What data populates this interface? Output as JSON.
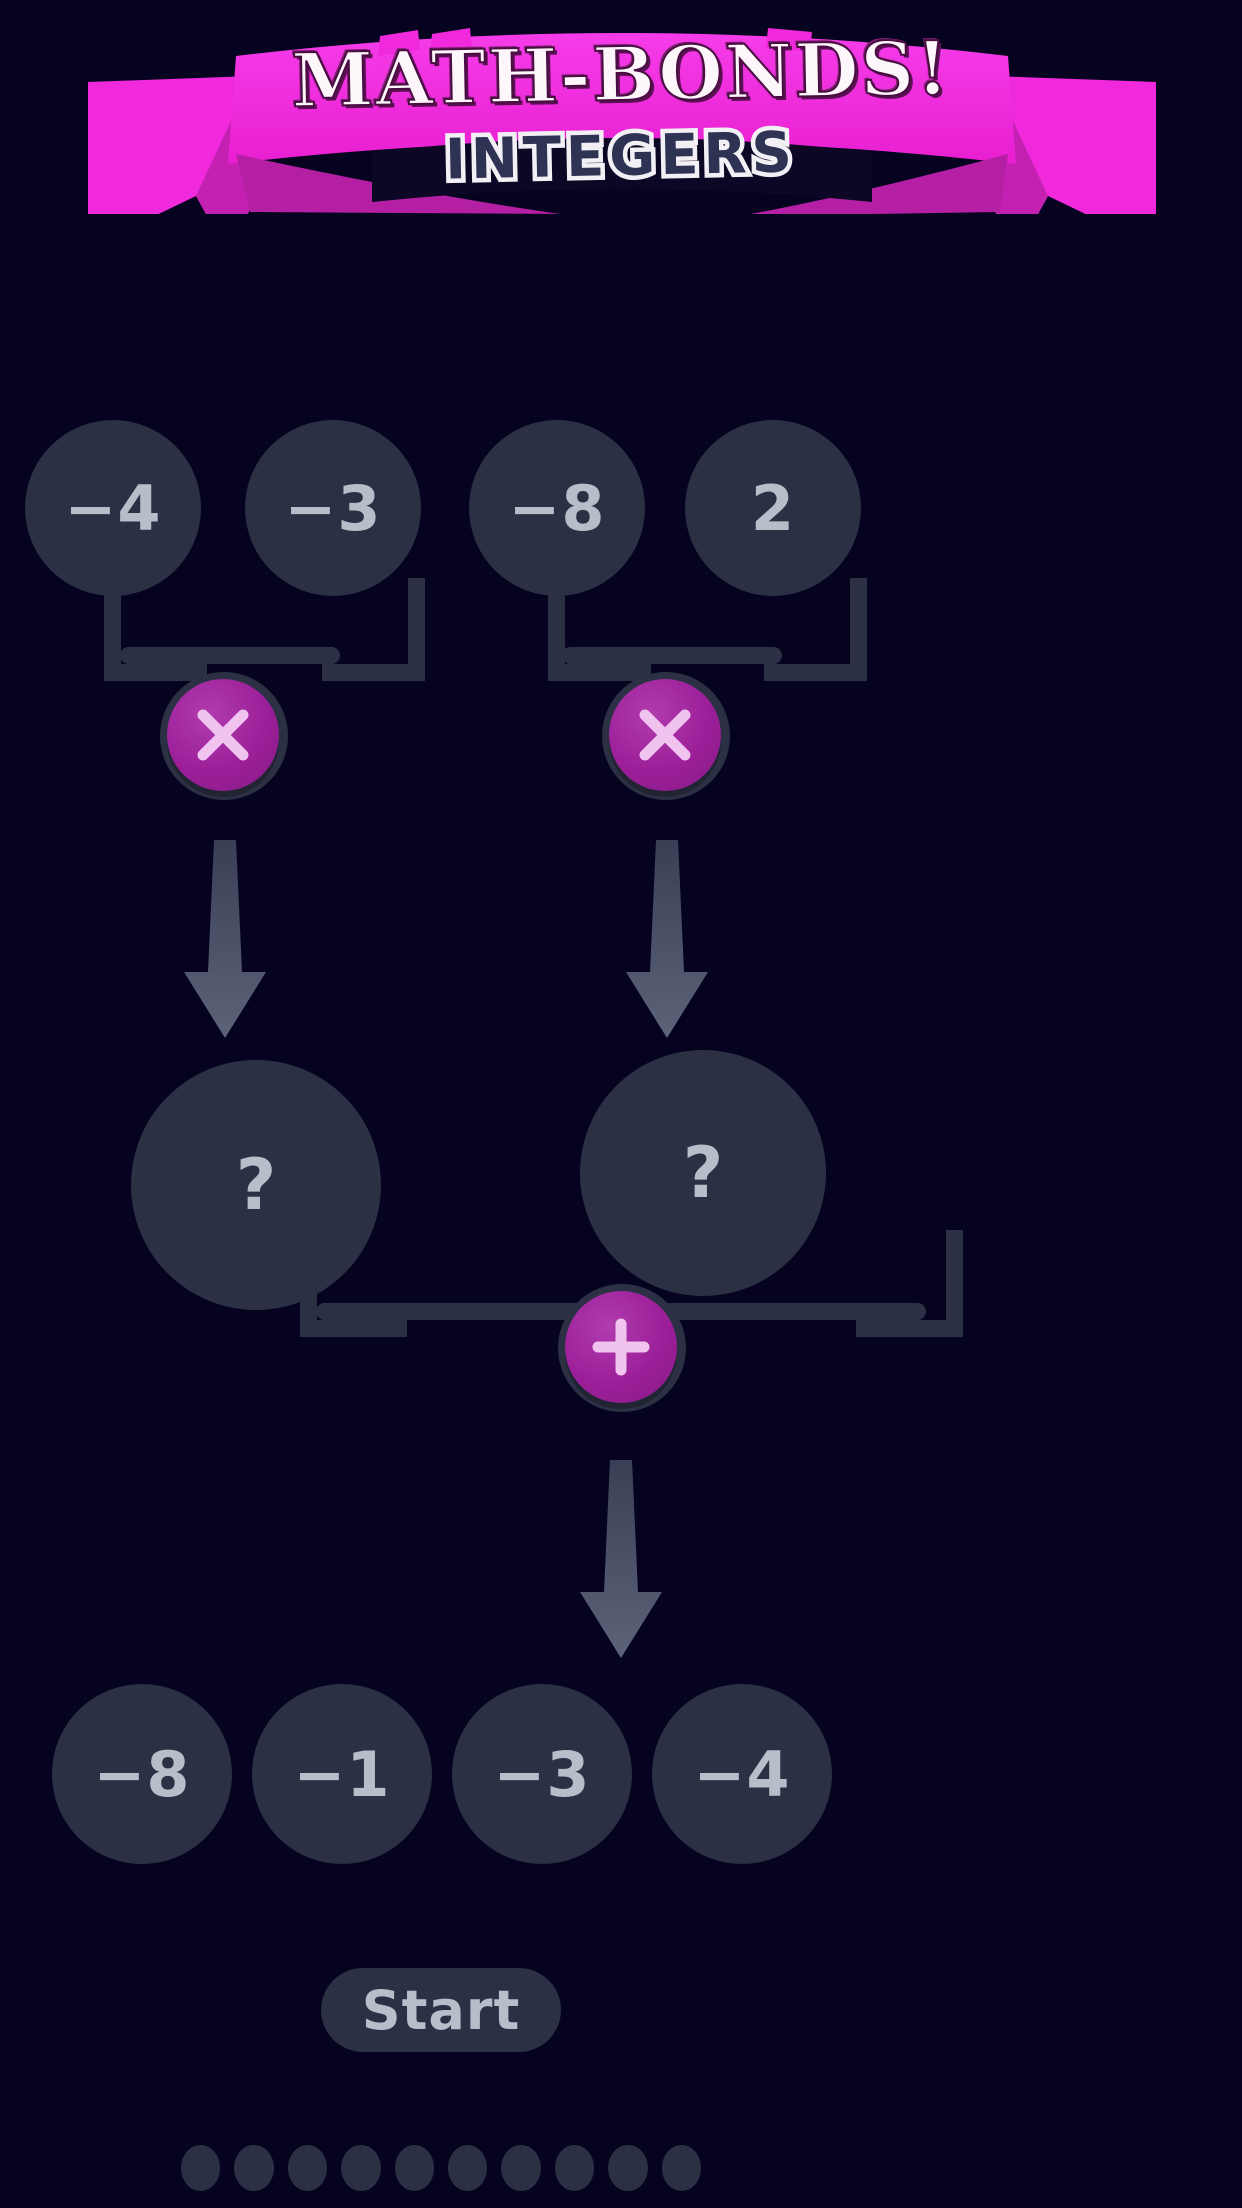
{
  "app": {
    "title": "MATH-BONDS!",
    "subtitle": "INTEGERS",
    "background_color": "#050320",
    "node_color": "#2b3044",
    "operator_color": "#9c1f99",
    "text_color": "#b7bdc9",
    "banner_color": "#f029dd"
  },
  "puzzle": {
    "top_row": [
      {
        "id": "t1",
        "value": "−4"
      },
      {
        "id": "t2",
        "value": "−3"
      },
      {
        "id": "t3",
        "value": "−8"
      },
      {
        "id": "t4",
        "value": "2"
      }
    ],
    "operators": [
      {
        "id": "op-left",
        "symbol": "×",
        "name": "multiply"
      },
      {
        "id": "op-right",
        "symbol": "×",
        "name": "multiply"
      },
      {
        "id": "op-bottom",
        "symbol": "+",
        "name": "plus"
      }
    ],
    "middle_row": [
      {
        "id": "m1",
        "value": "?"
      },
      {
        "id": "m2",
        "value": "?"
      }
    ],
    "answer_choices": [
      {
        "id": "a1",
        "value": "−8"
      },
      {
        "id": "a2",
        "value": "−1"
      },
      {
        "id": "a3",
        "value": "−3"
      },
      {
        "id": "a4",
        "value": "−4"
      }
    ]
  },
  "controls": {
    "start_label": "Start"
  },
  "progress": {
    "total": 10,
    "completed": 0
  }
}
